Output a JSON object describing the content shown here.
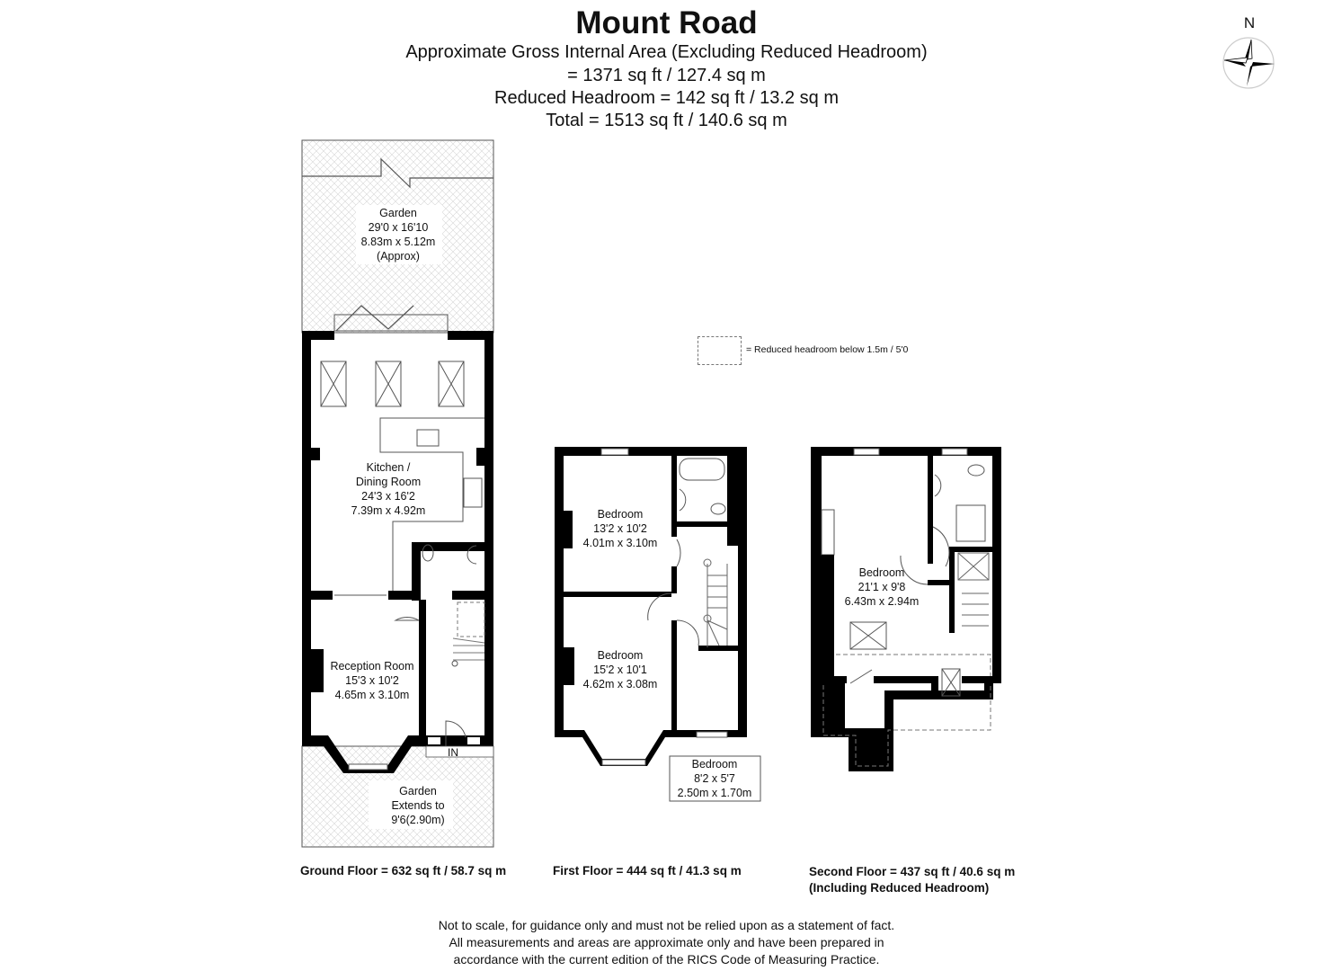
{
  "header": {
    "title": "Mount Road",
    "line1": "Approximate Gross Internal Area (Excluding Reduced Headroom)",
    "line2": "= 1371 sq ft / 127.4 sq m",
    "line3": "Reduced Headroom = 142 sq ft / 13.2 sq m",
    "line4": "Total = 1513 sq ft / 140.6 sq m"
  },
  "compass": {
    "label": "N",
    "icon": "compass-rose-icon"
  },
  "legend": {
    "text": "= Reduced headroom below 1.5m / 5'0"
  },
  "ground_floor": {
    "summary": "Ground Floor = 632 sq ft / 58.7 sq m",
    "entrance_label": "IN",
    "rooms": [
      {
        "name": "Garden",
        "imperial": "29'0 x 16'10",
        "metric": "8.83m x 5.12m",
        "note": "(Approx)"
      },
      {
        "name": "Kitchen /",
        "name2": "Dining Room",
        "imperial": "24'3 x 16'2",
        "metric": "7.39m x 4.92m"
      },
      {
        "name": "Reception Room",
        "imperial": "15'3 x 10'2",
        "metric": "4.65m x 3.10m"
      },
      {
        "name": "Garden",
        "line2": "Extends to",
        "line3": "9'6(2.90m)"
      }
    ]
  },
  "first_floor": {
    "summary": "First Floor = 444 sq ft / 41.3 sq m",
    "rooms": [
      {
        "name": "Bedroom",
        "imperial": "13'2 x 10'2",
        "metric": "4.01m x 3.10m"
      },
      {
        "name": "Bedroom",
        "imperial": "15'2 x 10'1",
        "metric": "4.62m x 3.08m"
      },
      {
        "name": "Bedroom",
        "imperial": "8'2 x 5'7",
        "metric": "2.50m x 1.70m"
      }
    ]
  },
  "second_floor": {
    "summary": "Second Floor = 437 sq ft / 40.6 sq m",
    "summary2": "(Including Reduced Headroom)",
    "rooms": [
      {
        "name": "Bedroom",
        "imperial": "21'1 x 9'8",
        "metric": "6.43m x 2.94m"
      }
    ]
  },
  "disclaimer": {
    "line1": "Not to scale, for guidance only and must not be relied upon as a statement of fact.",
    "line2": "All measurements and areas are approximate only and have been prepared in",
    "line3": "accordance with the current edition of the RICS Code of Measuring Practice."
  },
  "colors": {
    "wall": "#000000",
    "line": "#555555",
    "hatch": "#d0d0d0",
    "background": "#ffffff"
  }
}
